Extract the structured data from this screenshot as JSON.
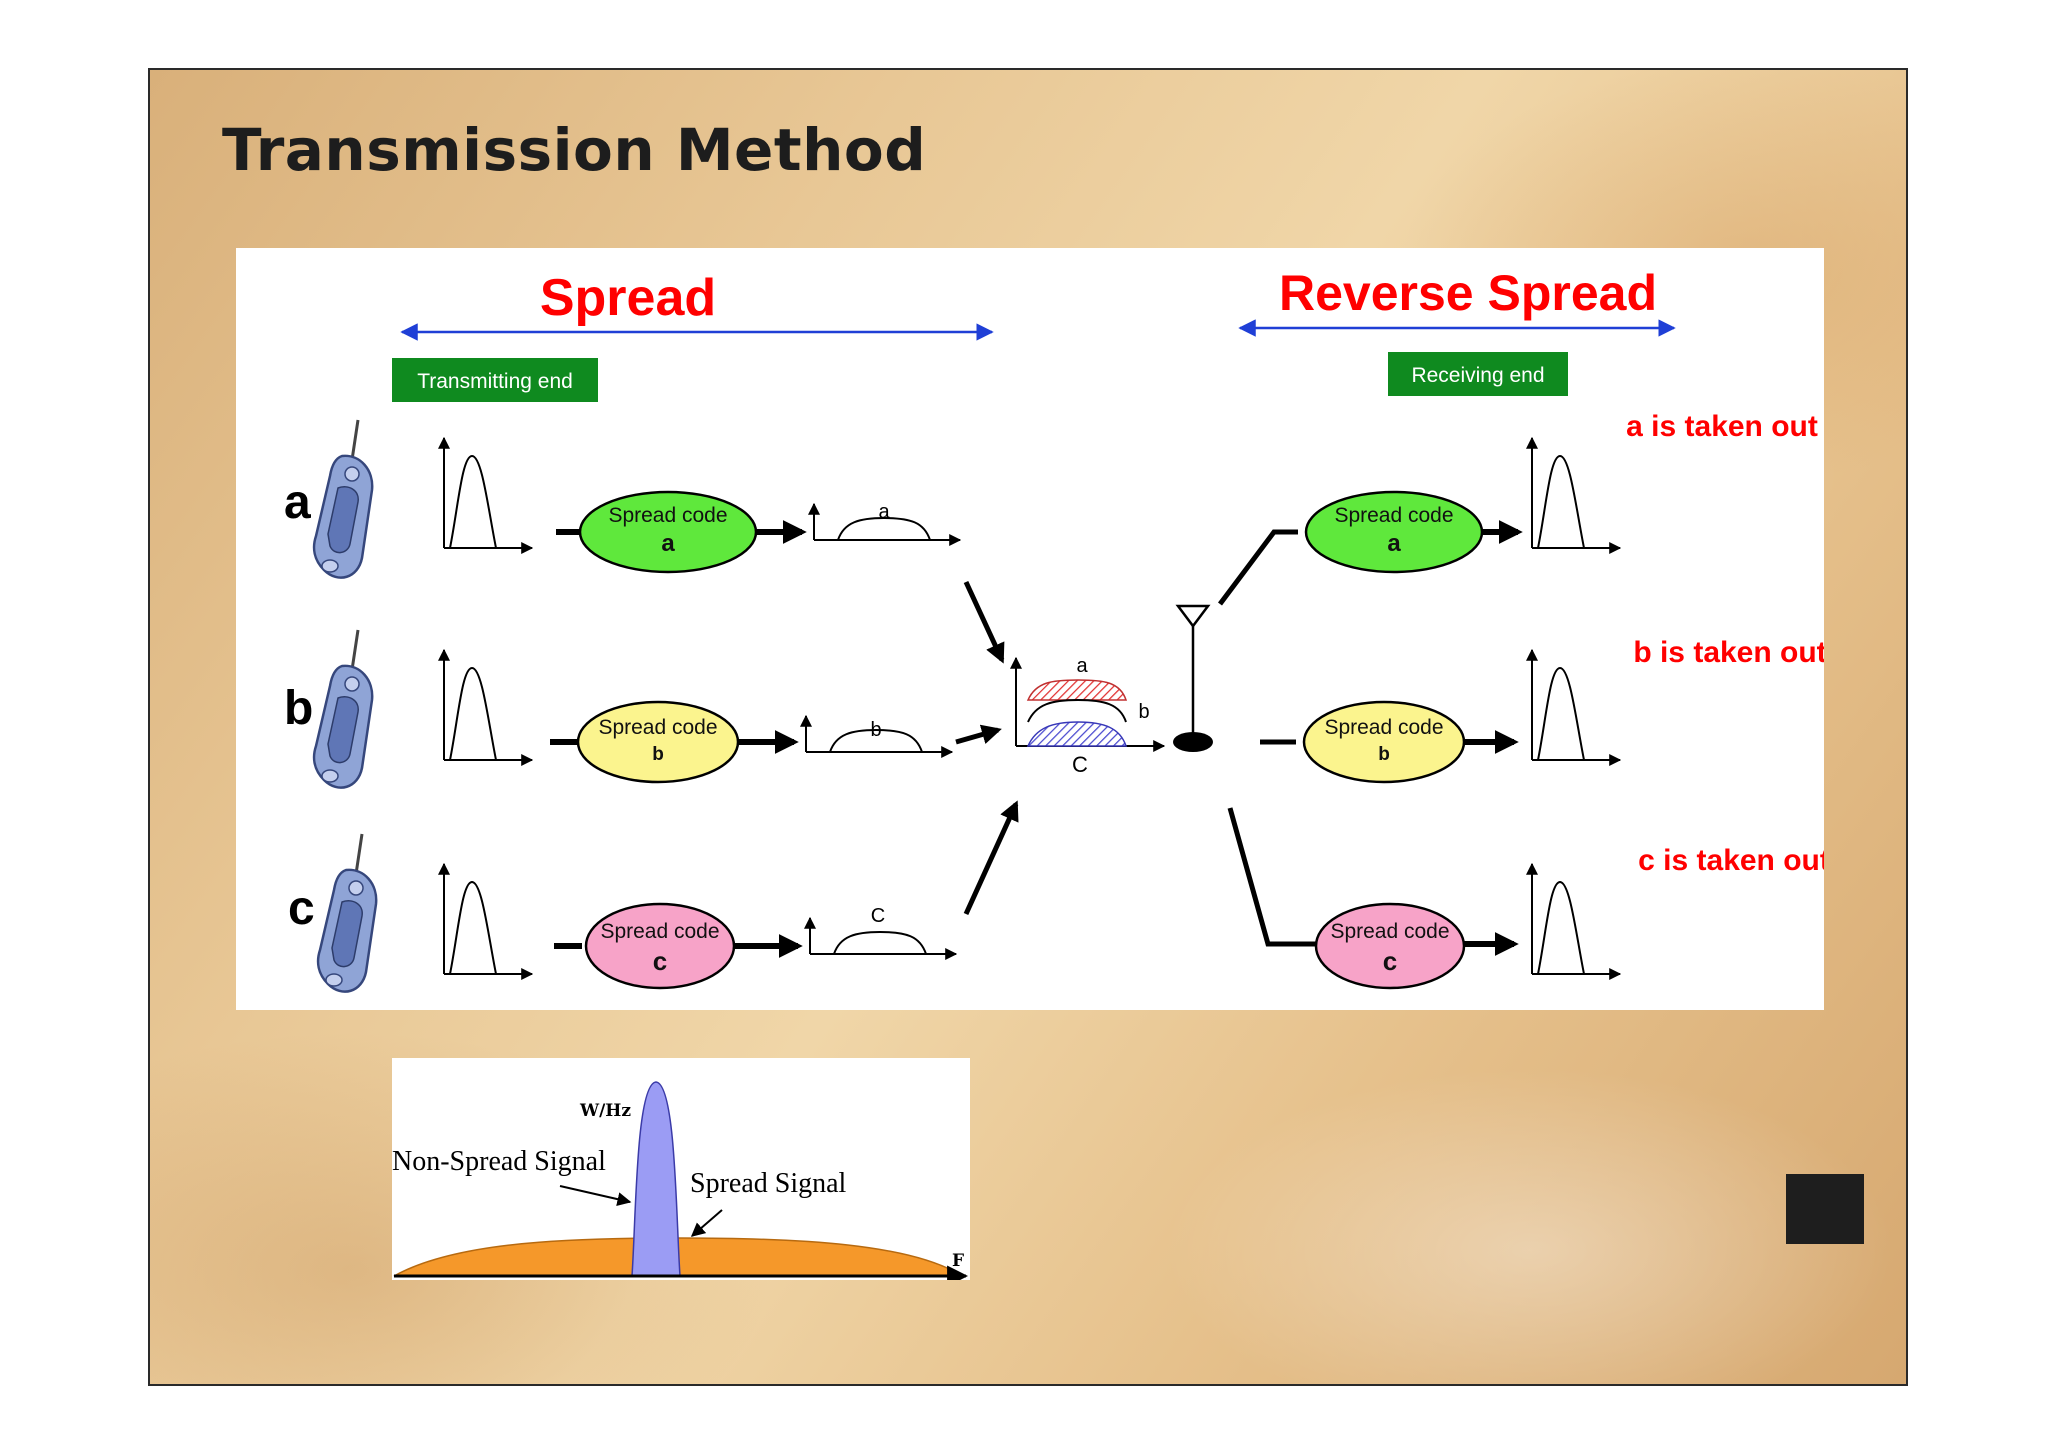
{
  "title": "Transmission Method",
  "diagram": {
    "spread_label": "Spread",
    "reverse_spread_label": "Reverse Spread",
    "transmitting_end": "Transmitting end",
    "receiving_end": "Receiving end",
    "rows": [
      {
        "letter": "a",
        "code_title": "Spread code",
        "code_letter": "a",
        "signal_letter": "a",
        "taken_out": "a is taken out"
      },
      {
        "letter": "b",
        "code_title": "Spread code",
        "code_letter": "b",
        "signal_letter": "b",
        "taken_out": "b is taken out"
      },
      {
        "letter": "c",
        "code_title": "Spread code",
        "code_letter": "c",
        "signal_letter": "C",
        "taken_out": "c is taken out"
      }
    ],
    "combined": {
      "label_a": "a",
      "label_b": "b",
      "label_c": "C"
    }
  },
  "spectrum": {
    "y_label": "W/Hz",
    "x_label": "F",
    "non_spread_label": "Non-Spread Signal",
    "spread_label": "Spread Signal"
  },
  "colors": {
    "title": "#1d1d1d",
    "accent_red": "#ff0000",
    "green_tag": "#0f8a1f",
    "arrow_blue": "#1f3fd6",
    "code_a": "#5fe83c",
    "code_b": "#fbf48e",
    "code_c": "#f7a3c8",
    "spectrum_orange": "#f5982a",
    "spectrum_blue": "#9b9cf4"
  },
  "icons": [
    "phone-icon",
    "antenna-icon"
  ]
}
